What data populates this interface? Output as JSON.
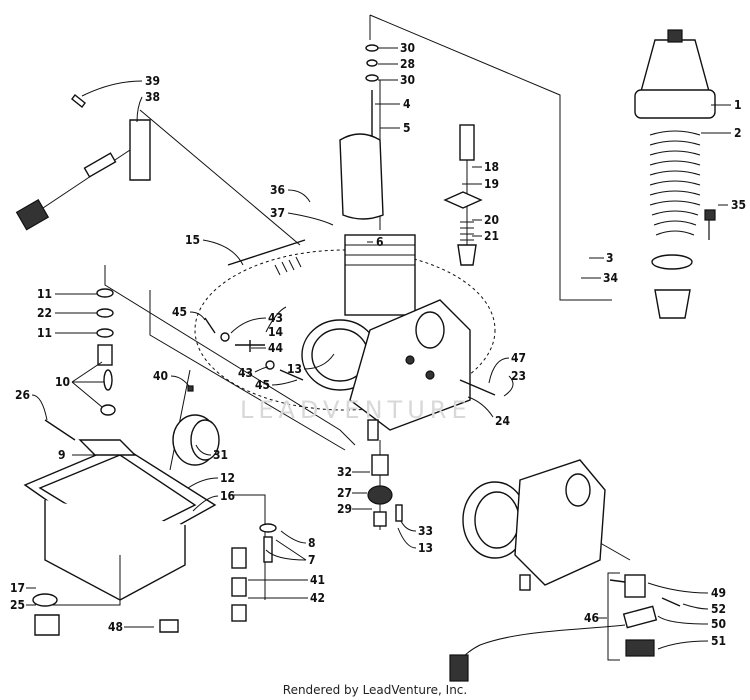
{
  "watermark": "LEADVENTURE",
  "footer": "Rendered by LeadVenture, Inc.",
  "callouts": [
    "30",
    "28",
    "30",
    "4",
    "5",
    "39",
    "38",
    "1",
    "2",
    "18",
    "19",
    "36",
    "37",
    "6",
    "20",
    "21",
    "35",
    "15",
    "3",
    "34",
    "11",
    "22",
    "11",
    "45",
    "43",
    "14",
    "44",
    "43",
    "45",
    "13",
    "10",
    "40",
    "47",
    "23",
    "26",
    "24",
    "9",
    "31",
    "12",
    "16",
    "32",
    "27",
    "29",
    "33",
    "8",
    "7",
    "41",
    "42",
    "13",
    "17",
    "25",
    "48",
    "49",
    "52",
    "46",
    "50",
    "51"
  ]
}
